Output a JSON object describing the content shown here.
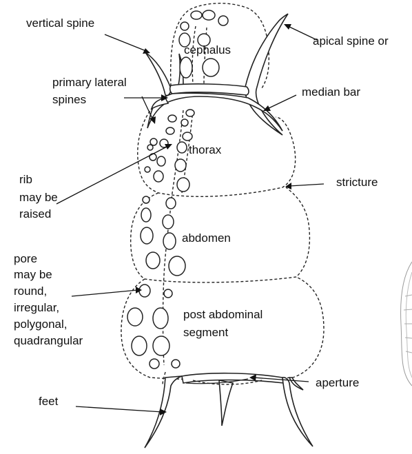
{
  "labels": {
    "vertical_spine": "vertical spine",
    "apical_spine": "apical spine or",
    "cephalus": "cephalus",
    "primary_lateral_1": "primary lateral",
    "primary_lateral_2": "spines",
    "median_bar": "median bar",
    "thorax": "thorax",
    "rib_1": "rib",
    "rib_2": "may be",
    "rib_3": "raised",
    "stricture": "stricture",
    "abdomen": "abdomen",
    "pore_1": "pore",
    "pore_2": "may be",
    "pore_3": "round,",
    "pore_4": "irregular,",
    "pore_5": "polygonal,",
    "pore_6": "quadrangular",
    "post_abdominal_1": "post abdominal",
    "post_abdominal_2": "segment",
    "aperture": "aperture",
    "feet": "feet"
  }
}
